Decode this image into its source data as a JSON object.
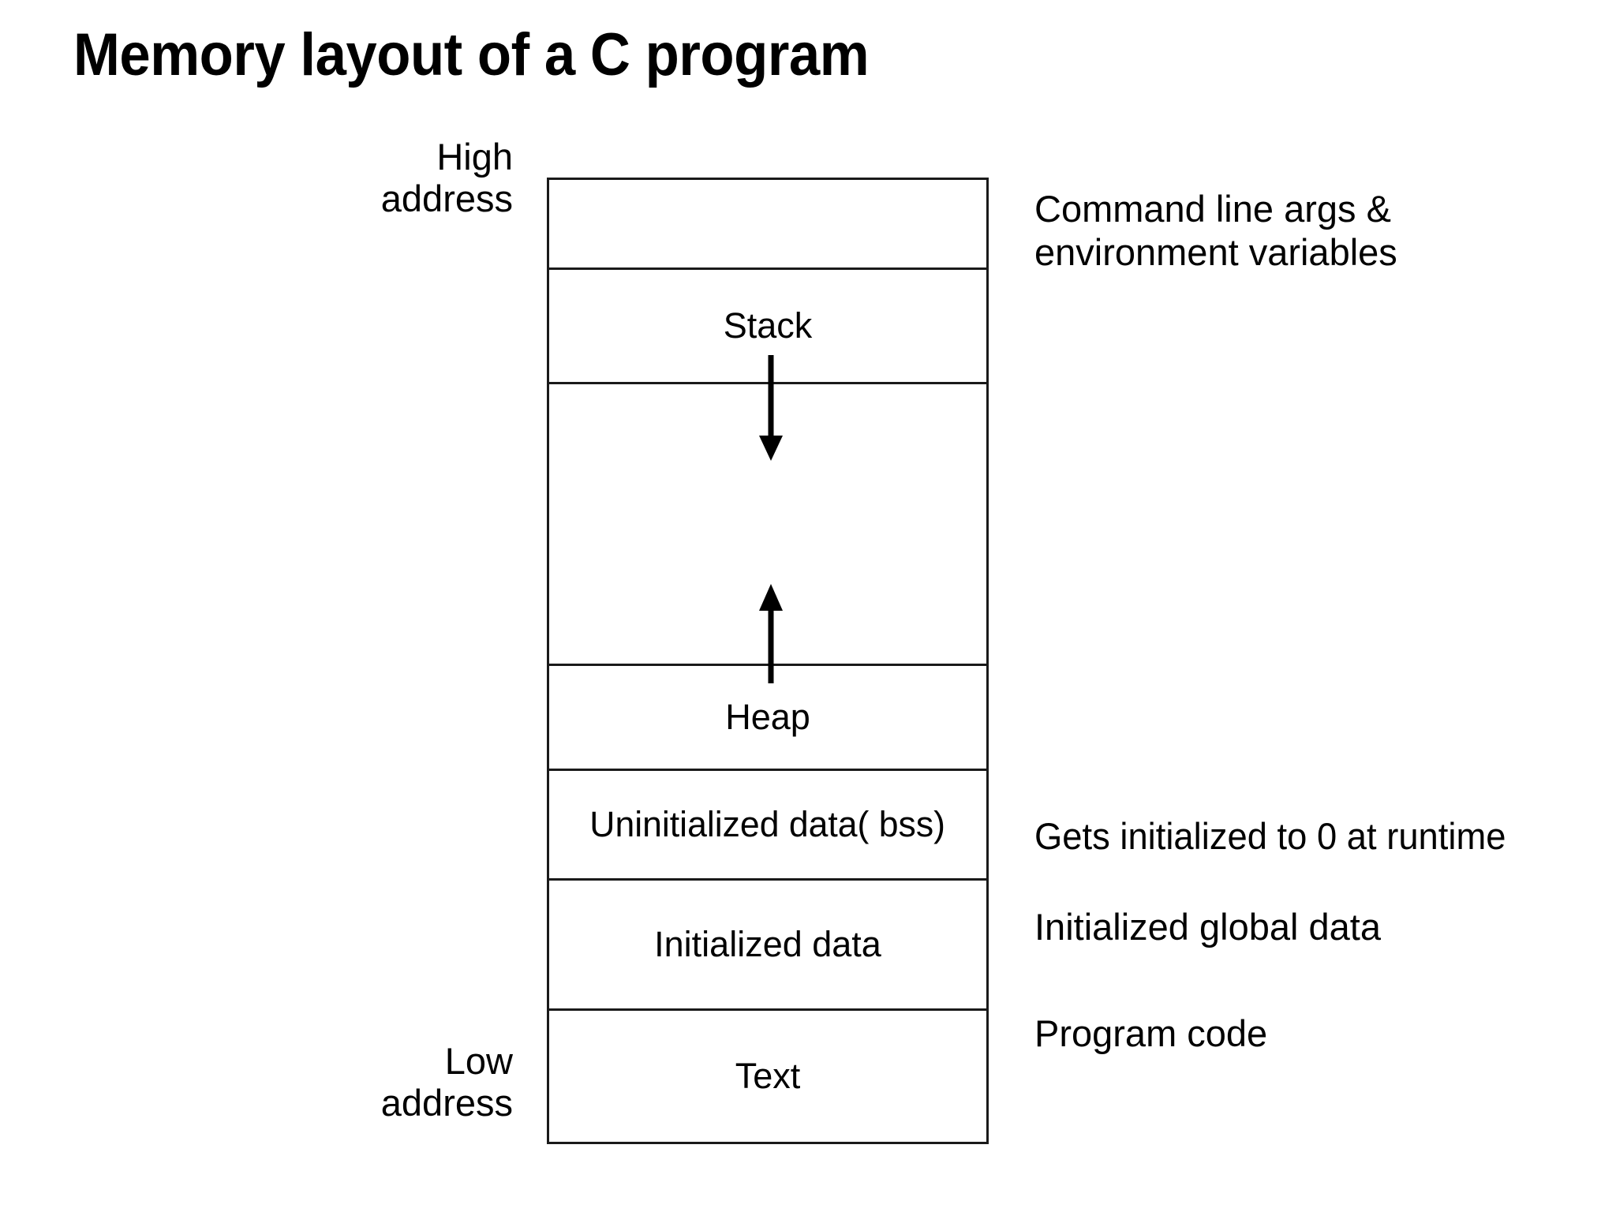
{
  "slide": {
    "title": "Memory layout of a C program",
    "background_color": "#ffffff",
    "text_color": "#000000",
    "line_color": "#1a1a1a"
  },
  "axis_labels": {
    "high": "High\naddress",
    "low": "Low\naddress"
  },
  "memory_segments": [
    {
      "id": "args",
      "label": "",
      "annotation": "Command line args &\nenvironment variables"
    },
    {
      "id": "stack",
      "label": "Stack",
      "annotation": ""
    },
    {
      "id": "gap",
      "label": "",
      "annotation": ""
    },
    {
      "id": "heap",
      "label": "Heap",
      "annotation": ""
    },
    {
      "id": "bss",
      "label": "Uninitialized data( bss)",
      "annotation": "Gets initialized to 0 at runtime"
    },
    {
      "id": "initdata",
      "label": "Initialized data",
      "annotation": "Initialized global data"
    },
    {
      "id": "text",
      "label": "Text",
      "annotation": "Program code"
    }
  ],
  "arrows": [
    {
      "id": "stack-growth",
      "direction": "down",
      "icon": "arrow-down-icon"
    },
    {
      "id": "heap-growth",
      "direction": "up",
      "icon": "arrow-up-icon"
    }
  ]
}
